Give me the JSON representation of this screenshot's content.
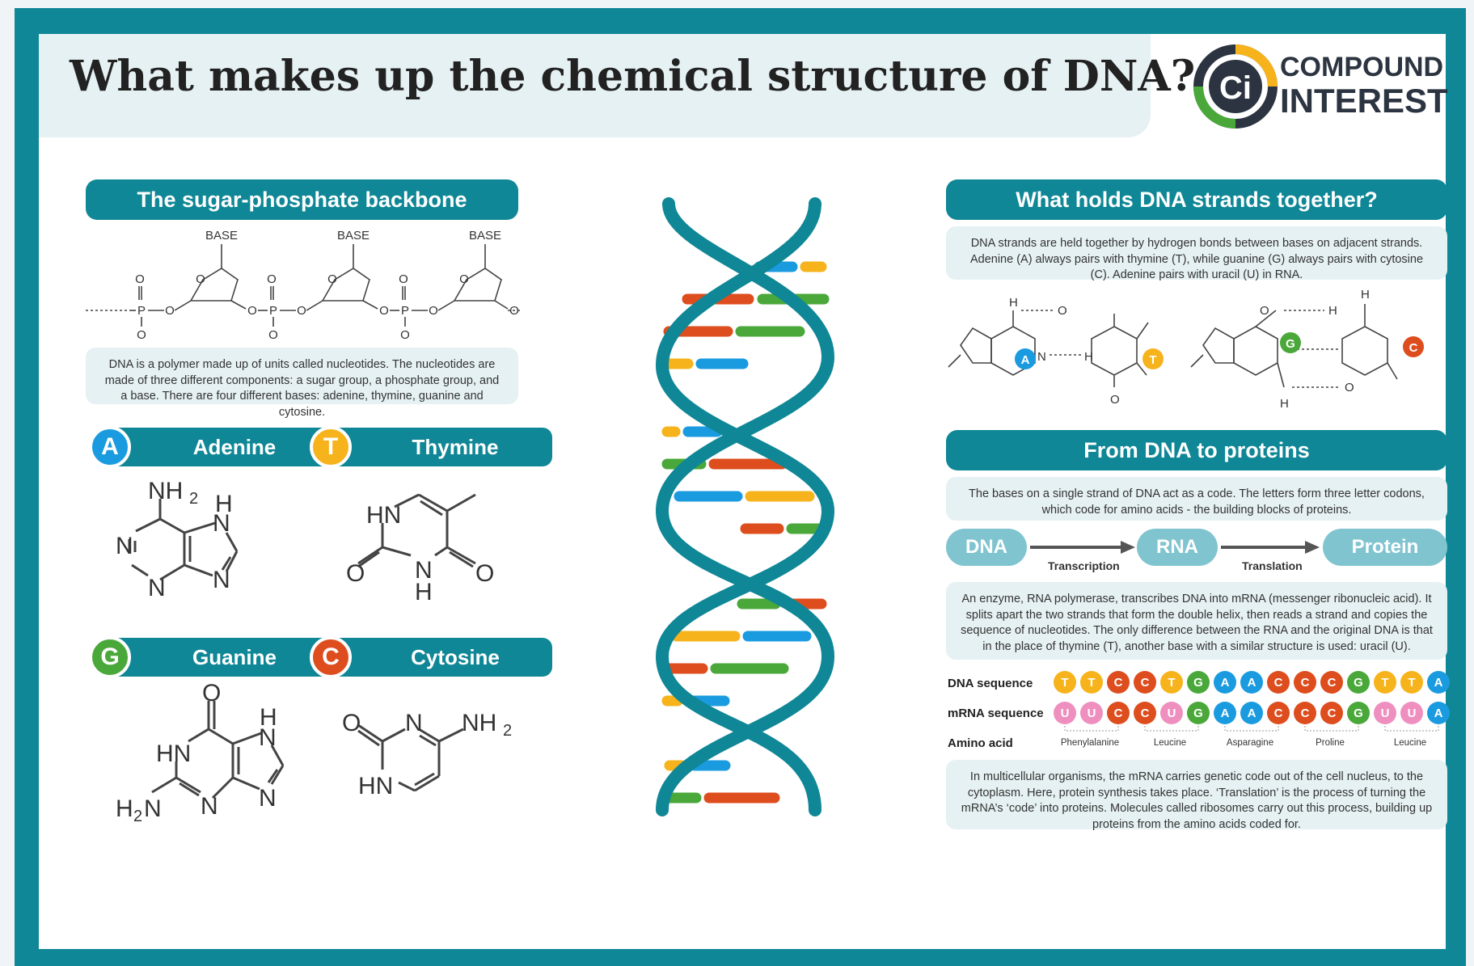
{
  "title": "What makes up the chemical structure of DNA?",
  "logo": {
    "glyph": "Ci",
    "line1": "COMPOUND",
    "line2": "INTEREST"
  },
  "colors": {
    "teal": "#0f8796",
    "light_teal": "#7fc4cf",
    "panel": "#e6f1f3",
    "adenine": "#1a9be0",
    "thymine": "#f6b31b",
    "guanine": "#4aa83a",
    "cytosine": "#dd4d1d",
    "uracil": "#ee8fbf"
  },
  "backbone": {
    "heading": "The sugar-phosphate backbone",
    "base_label": "BASE",
    "text": "DNA is a polymer made up of units called nucleotides. The nucleotides are made of three different components: a sugar group, a phosphate group, and a base. There are four different bases: adenine, thymine, guanine and cytosine."
  },
  "bases": [
    {
      "letter": "A",
      "name": "Adenine",
      "color": "#1a9be0"
    },
    {
      "letter": "T",
      "name": "Thymine",
      "color": "#f6b31b"
    },
    {
      "letter": "G",
      "name": "Guanine",
      "color": "#4aa83a"
    },
    {
      "letter": "C",
      "name": "Cytosine",
      "color": "#dd4d1d"
    }
  ],
  "atoms": {
    "O": "O",
    "P": "P",
    "N": "N",
    "H": "H",
    "HN": "HN",
    "NH": "NH",
    "NH2": "NH",
    "H2N": "H",
    "sub2": "2",
    "minus": "-"
  },
  "hbonds": {
    "heading": "What holds DNA strands together?",
    "text": "DNA strands are held together by hydrogen bonds between bases on adjacent strands. Adenine (A) always pairs with thymine (T), while guanine (G) always pairs with cytosine (C). Adenine pairs with uracil (U) in RNA."
  },
  "proteins": {
    "heading": "From DNA to proteins",
    "text1": "The bases on a single strand of DNA act as a code. The letters form three letter codons, which code for amino acids - the building blocks of proteins.",
    "flow": {
      "dna": "DNA",
      "rna": "RNA",
      "protein": "Protein",
      "step1": "Transcription",
      "step2": "Translation"
    },
    "text2": "An enzyme, RNA polymerase, transcribes DNA into mRNA (messenger ribonucleic acid). It splits apart the two strands that form the double helix, then reads a strand and copies the sequence of nucleotides. The only difference between the RNA and the original DNA is that in the place of thymine (T), another base with a similar structure is used: uracil (U).",
    "dna_label": "DNA sequence",
    "mrna_label": "mRNA sequence",
    "amino_label": "Amino acid",
    "dna_seq": [
      "T",
      "T",
      "C",
      "C",
      "T",
      "G",
      "A",
      "A",
      "C",
      "C",
      "C",
      "G",
      "T",
      "T",
      "A"
    ],
    "mrna_seq": [
      "U",
      "U",
      "C",
      "C",
      "U",
      "G",
      "A",
      "A",
      "C",
      "C",
      "C",
      "G",
      "U",
      "U",
      "A"
    ],
    "amino_acids": [
      "Phenylalanine",
      "Leucine",
      "Asparagine",
      "Proline",
      "Leucine"
    ],
    "text3": "In multicellular organisms, the mRNA carries genetic code out of the cell nucleus, to the cytoplasm. Here, protein synthesis takes place. ‘Translation’ is the process of turning the mRNA’s ‘code’ into proteins. Molecules called ribosomes carry out this process, building up proteins from the amino acids coded for."
  }
}
